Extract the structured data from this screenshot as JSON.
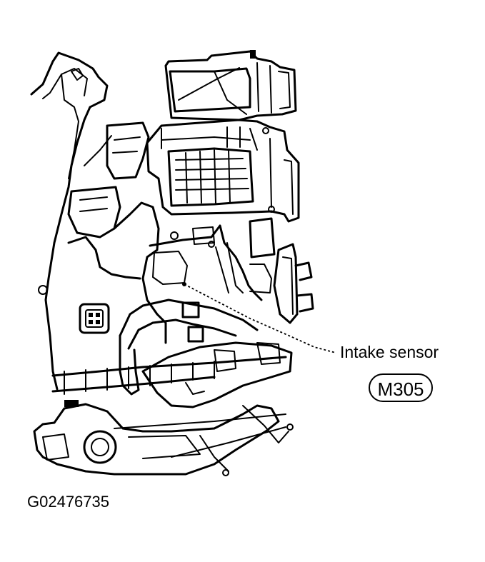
{
  "callout": {
    "label": "Intake sensor",
    "code": "M305"
  },
  "figure_id": "G02476735"
}
